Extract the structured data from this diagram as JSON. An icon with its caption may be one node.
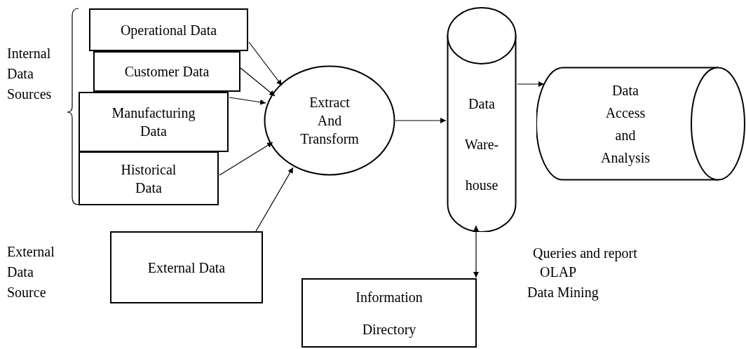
{
  "diagram": {
    "nodes": [
      {
        "text": [
          "Operational Data"
        ]
      },
      {
        "text": [
          "Customer Data"
        ]
      },
      {
        "text": [
          "Manufacturing Data"
        ]
      },
      {
        "text": [
          "Historical Data"
        ]
      },
      {
        "text": [
          "Extract And Transform"
        ]
      },
      {
        "text": [
          "Data Ware-house"
        ]
      },
      {
        "text": [
          "Data Access and Analysis"
        ]
      },
      {
        "text": [
          "External Data"
        ]
      },
      {
        "text": [
          "Information Directory"
        ]
      }
    ],
    "edges": [
      {
        "from": 0,
        "to": 4,
        "arrow": "to"
      },
      {
        "from": 1,
        "to": 4,
        "arrow": "to"
      },
      {
        "from": 2,
        "to": 4,
        "arrow": "to"
      },
      {
        "from": 3,
        "to": 4,
        "arrow": "to"
      },
      {
        "from": 7,
        "to": 4,
        "arrow": "to"
      },
      {
        "from": 4,
        "to": 5,
        "arrow": "to"
      },
      {
        "from": 5,
        "to": 6,
        "arrow": "to"
      },
      {
        "from": 8,
        "to": 5,
        "arrow": "both"
      }
    ],
    "labels": [
      "Internal Data Sources",
      "External Data Source",
      "Queries and report",
      "OLAP",
      "Data Mining"
    ]
  }
}
